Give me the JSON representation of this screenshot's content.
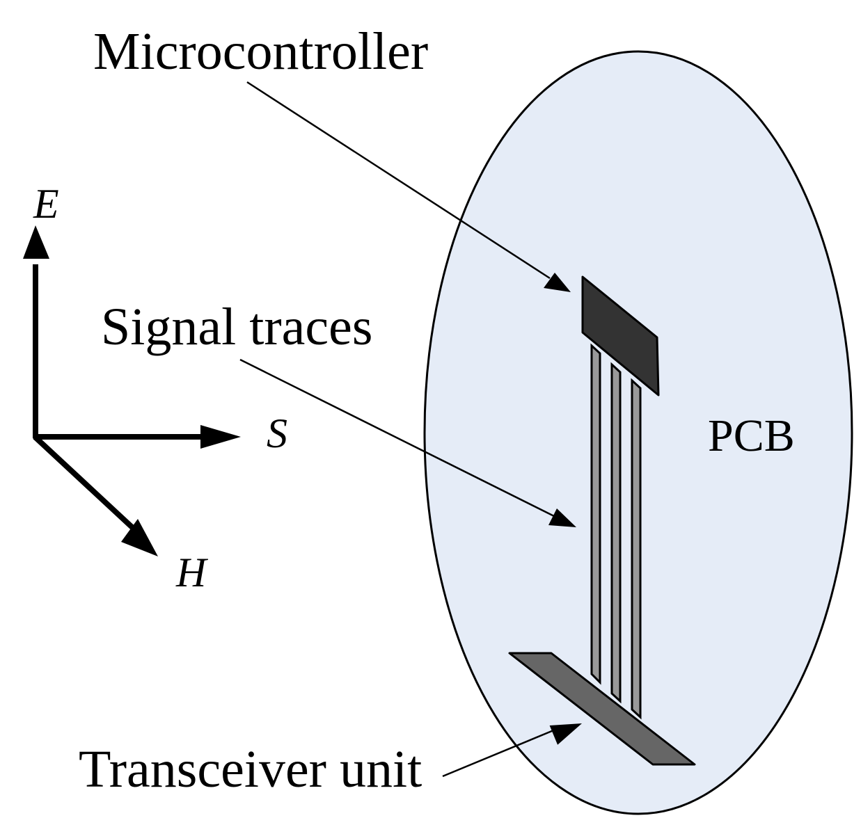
{
  "diagram": {
    "title": "PCB radiation diagram",
    "labels": {
      "microcontroller": "Microcontroller",
      "signal_traces": "Signal traces",
      "transceiver_unit": "Transceiver unit",
      "pcb": "PCB"
    },
    "axes": {
      "e_field": "E",
      "poynting": "S",
      "h_field": "H"
    },
    "trace_count": 3,
    "colors": {
      "pcb_fill": "#e5ecf7",
      "microcontroller_fill": "#333333",
      "trace_fill": "#999999",
      "transceiver_fill": "#666666",
      "stroke": "#000000",
      "background": "#ffffff"
    }
  }
}
